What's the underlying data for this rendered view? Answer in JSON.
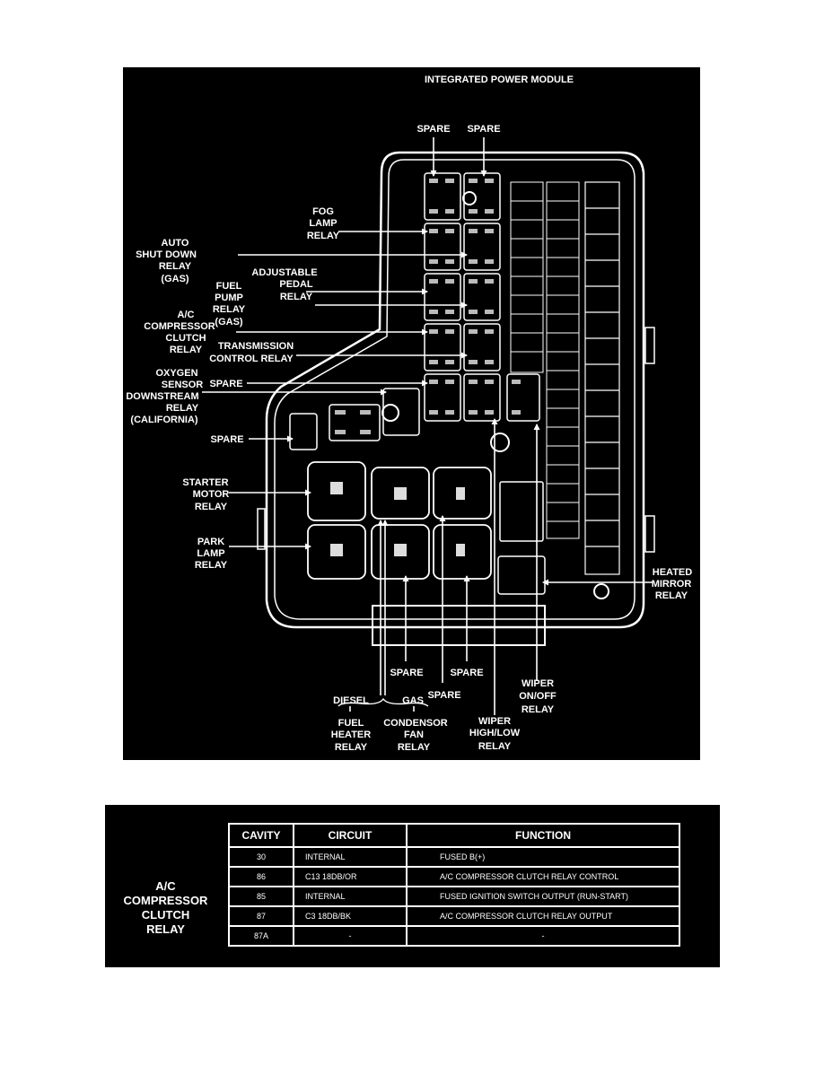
{
  "diagram": {
    "title": "INTEGRATED POWER MODULE",
    "labels": {
      "spare_top_1": "SPARE",
      "spare_top_2": "SPARE",
      "fog_lamp_relay": [
        "FOG",
        "LAMP",
        "RELAY"
      ],
      "auto_shut_down_relay": [
        "AUTO",
        "SHUT DOWN",
        "RELAY",
        "(GAS)"
      ],
      "adjustable_pedal_relay": [
        "ADJUSTABLE",
        "PEDAL",
        "RELAY"
      ],
      "fuel_pump_relay": [
        "FUEL",
        "PUMP",
        "RELAY",
        "(GAS)"
      ],
      "ac_compressor_clutch_relay": [
        "A/C",
        "COMPRESSOR",
        "CLUTCH",
        "RELAY"
      ],
      "transmission_control_relay": [
        "TRANSMISSION",
        "CONTROL RELAY"
      ],
      "oxygen_sensor_relay": [
        "OXYGEN",
        "SENSOR",
        "DOWNSTREAM",
        "RELAY",
        "(CALIFORNIA)"
      ],
      "spare_mid": "SPARE",
      "spare_left": "SPARE",
      "starter_motor_relay": [
        "STARTER",
        "MOTOR",
        "RELAY"
      ],
      "park_lamp_relay": [
        "PARK",
        "LAMP",
        "RELAY"
      ],
      "heated_mirror_relay": [
        "HEATED",
        "MIRROR",
        "RELAY"
      ],
      "spare_bottom_1": "SPARE",
      "spare_bottom_2": "SPARE",
      "spare_bottom_3": "SPARE",
      "wiper_on_off_relay": [
        "WIPER",
        "ON/OFF",
        "RELAY"
      ],
      "diesel": "DIESEL",
      "gas": "GAS",
      "fuel_heater_relay": [
        "FUEL",
        "HEATER",
        "RELAY"
      ],
      "condensor_fan_relay": [
        "CONDENSOR",
        "FAN",
        "RELAY"
      ],
      "wiper_high_low_relay": [
        "WIPER",
        "HIGH/LOW",
        "RELAY"
      ]
    }
  },
  "table": {
    "relay_name": [
      "A/C",
      "COMPRESSOR",
      "CLUTCH",
      "RELAY"
    ],
    "headers": [
      "CAVITY",
      "CIRCUIT",
      "FUNCTION"
    ],
    "rows": [
      [
        "30",
        "INTERNAL",
        "FUSED B(+)"
      ],
      [
        "86",
        "C13 18DB/OR",
        "A/C COMPRESSOR CLUTCH RELAY CONTROL"
      ],
      [
        "85",
        "INTERNAL",
        "FUSED IGNITION SWITCH OUTPUT (RUN-START)"
      ],
      [
        "87",
        "C3 18DB/BK",
        "A/C COMPRESSOR CLUTCH RELAY OUTPUT"
      ],
      [
        "87A",
        "-",
        "-"
      ]
    ]
  }
}
